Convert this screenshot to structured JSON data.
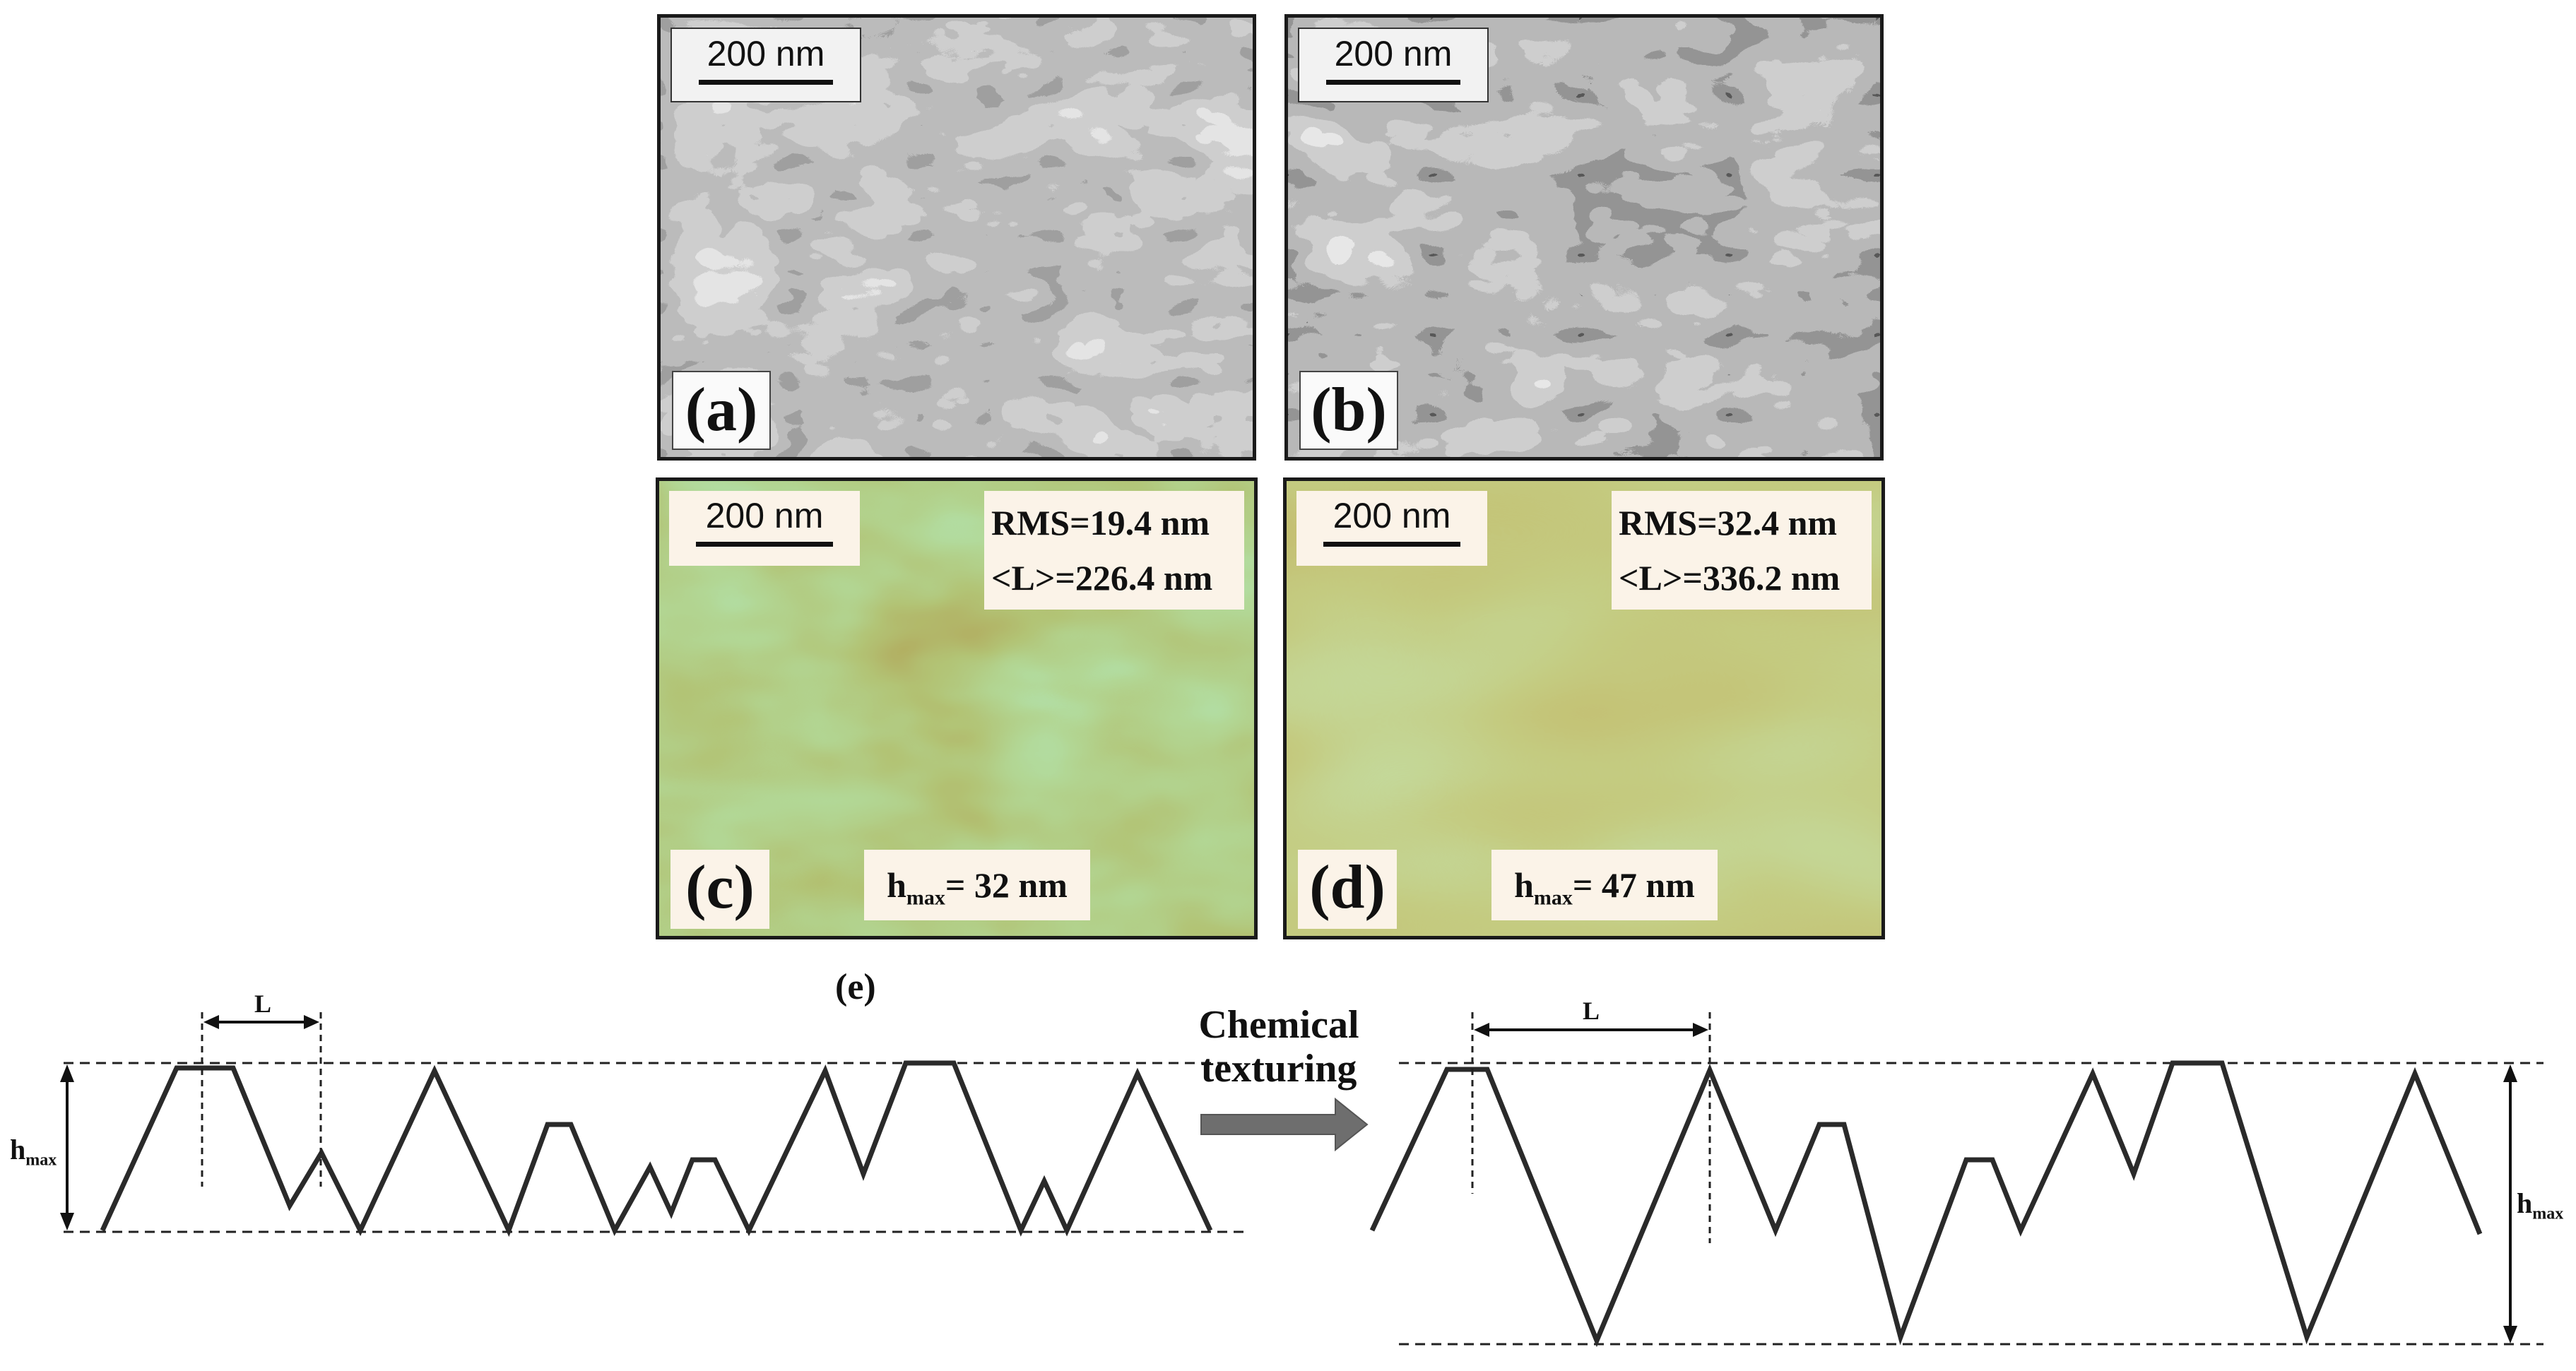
{
  "figure": {
    "panels": [
      {
        "id": "a",
        "label": "(a)",
        "type": "SEM",
        "scale_bar": "200 nm"
      },
      {
        "id": "b",
        "label": "(b)",
        "type": "SEM",
        "scale_bar": "200 nm"
      },
      {
        "id": "c",
        "label": "(c)",
        "type": "AFM",
        "scale_bar": "200 nm",
        "rms": "RMS=19.4 nm",
        "L": "<L>=226.4 nm",
        "hmax_prefix": "h",
        "hmax_sub": "max",
        "hmax_value": "= 32 nm"
      },
      {
        "id": "d",
        "label": "(d)",
        "type": "AFM",
        "scale_bar": "200 nm",
        "rms": "RMS=32.4 nm",
        "L": "<L>=336.2 nm",
        "hmax_prefix": "h",
        "hmax_sub": "max",
        "hmax_value": "= 47 nm"
      }
    ],
    "schematic": {
      "label": "(e)",
      "arrow_line1": "Chemical",
      "arrow_line2": "texturing",
      "L_label": "L",
      "hmax_prefix": "h",
      "hmax_sub": "max"
    }
  },
  "colors": {
    "sem_gray": "#8a8a8a",
    "afm_orange": "#e08a2a",
    "line": "#2a2a2a",
    "arrow": "#6e6e6e"
  }
}
